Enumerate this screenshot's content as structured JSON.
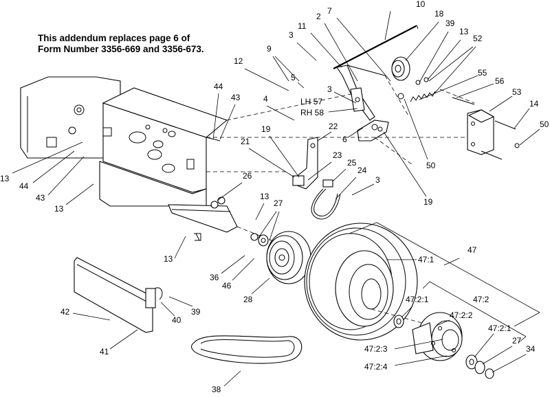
{
  "note": {
    "line1": "This addendum replaces page 6 of",
    "line2": "Form Number 3356-669 and 3356-673."
  },
  "callouts": [
    {
      "id": "c-10",
      "text": "10"
    },
    {
      "id": "c-18",
      "text": "18"
    },
    {
      "id": "c-39a",
      "text": "39"
    },
    {
      "id": "c-13a",
      "text": "13"
    },
    {
      "id": "c-52",
      "text": "52"
    },
    {
      "id": "c-2",
      "text": "2"
    },
    {
      "id": "c-7",
      "text": "7"
    },
    {
      "id": "c-3a",
      "text": "3"
    },
    {
      "id": "c-11",
      "text": "11"
    },
    {
      "id": "c-9",
      "text": "9"
    },
    {
      "id": "c-12",
      "text": "12"
    },
    {
      "id": "c-5",
      "text": "5"
    },
    {
      "id": "c-3b",
      "text": "3"
    },
    {
      "id": "c-lh57",
      "text": "LH 57"
    },
    {
      "id": "c-rh58",
      "text": "RH 58"
    },
    {
      "id": "c-55",
      "text": "55"
    },
    {
      "id": "c-56",
      "text": "56"
    },
    {
      "id": "c-53",
      "text": "53"
    },
    {
      "id": "c-14",
      "text": "14"
    },
    {
      "id": "c-50a",
      "text": "50"
    },
    {
      "id": "c-50b",
      "text": "50"
    },
    {
      "id": "c-44a",
      "text": "44"
    },
    {
      "id": "c-43a",
      "text": "43"
    },
    {
      "id": "c-4",
      "text": "4"
    },
    {
      "id": "c-6",
      "text": "6"
    },
    {
      "id": "c-19a",
      "text": "19"
    },
    {
      "id": "c-22",
      "text": "22"
    },
    {
      "id": "c-21",
      "text": "21"
    },
    {
      "id": "c-23",
      "text": "23"
    },
    {
      "id": "c-25",
      "text": "25"
    },
    {
      "id": "c-24",
      "text": "24"
    },
    {
      "id": "c-3c",
      "text": "3"
    },
    {
      "id": "c-19b",
      "text": "19"
    },
    {
      "id": "c-13b",
      "text": "13"
    },
    {
      "id": "c-44b",
      "text": "44"
    },
    {
      "id": "c-43b",
      "text": "43"
    },
    {
      "id": "c-13c",
      "text": "13"
    },
    {
      "id": "c-26",
      "text": "26"
    },
    {
      "id": "c-13d",
      "text": "13"
    },
    {
      "id": "c-27a",
      "text": "27"
    },
    {
      "id": "c-13e",
      "text": "13"
    },
    {
      "id": "c-47",
      "text": "47"
    },
    {
      "id": "c-471",
      "text": "47:1"
    },
    {
      "id": "c-36",
      "text": "36"
    },
    {
      "id": "c-46",
      "text": "46"
    },
    {
      "id": "c-28",
      "text": "28"
    },
    {
      "id": "c-4721a",
      "text": "47:2:1"
    },
    {
      "id": "c-472",
      "text": "47:2"
    },
    {
      "id": "c-4722",
      "text": "47:2:2"
    },
    {
      "id": "c-4721b",
      "text": "47:2:1"
    },
    {
      "id": "c-42",
      "text": "42"
    },
    {
      "id": "c-40",
      "text": "40"
    },
    {
      "id": "c-39b",
      "text": "39"
    },
    {
      "id": "c-41",
      "text": "41"
    },
    {
      "id": "c-4723",
      "text": "47:2:3"
    },
    {
      "id": "c-4724",
      "text": "47:2:4"
    },
    {
      "id": "c-27b",
      "text": "27"
    },
    {
      "id": "c-34",
      "text": "34"
    },
    {
      "id": "c-38",
      "text": "38"
    }
  ]
}
